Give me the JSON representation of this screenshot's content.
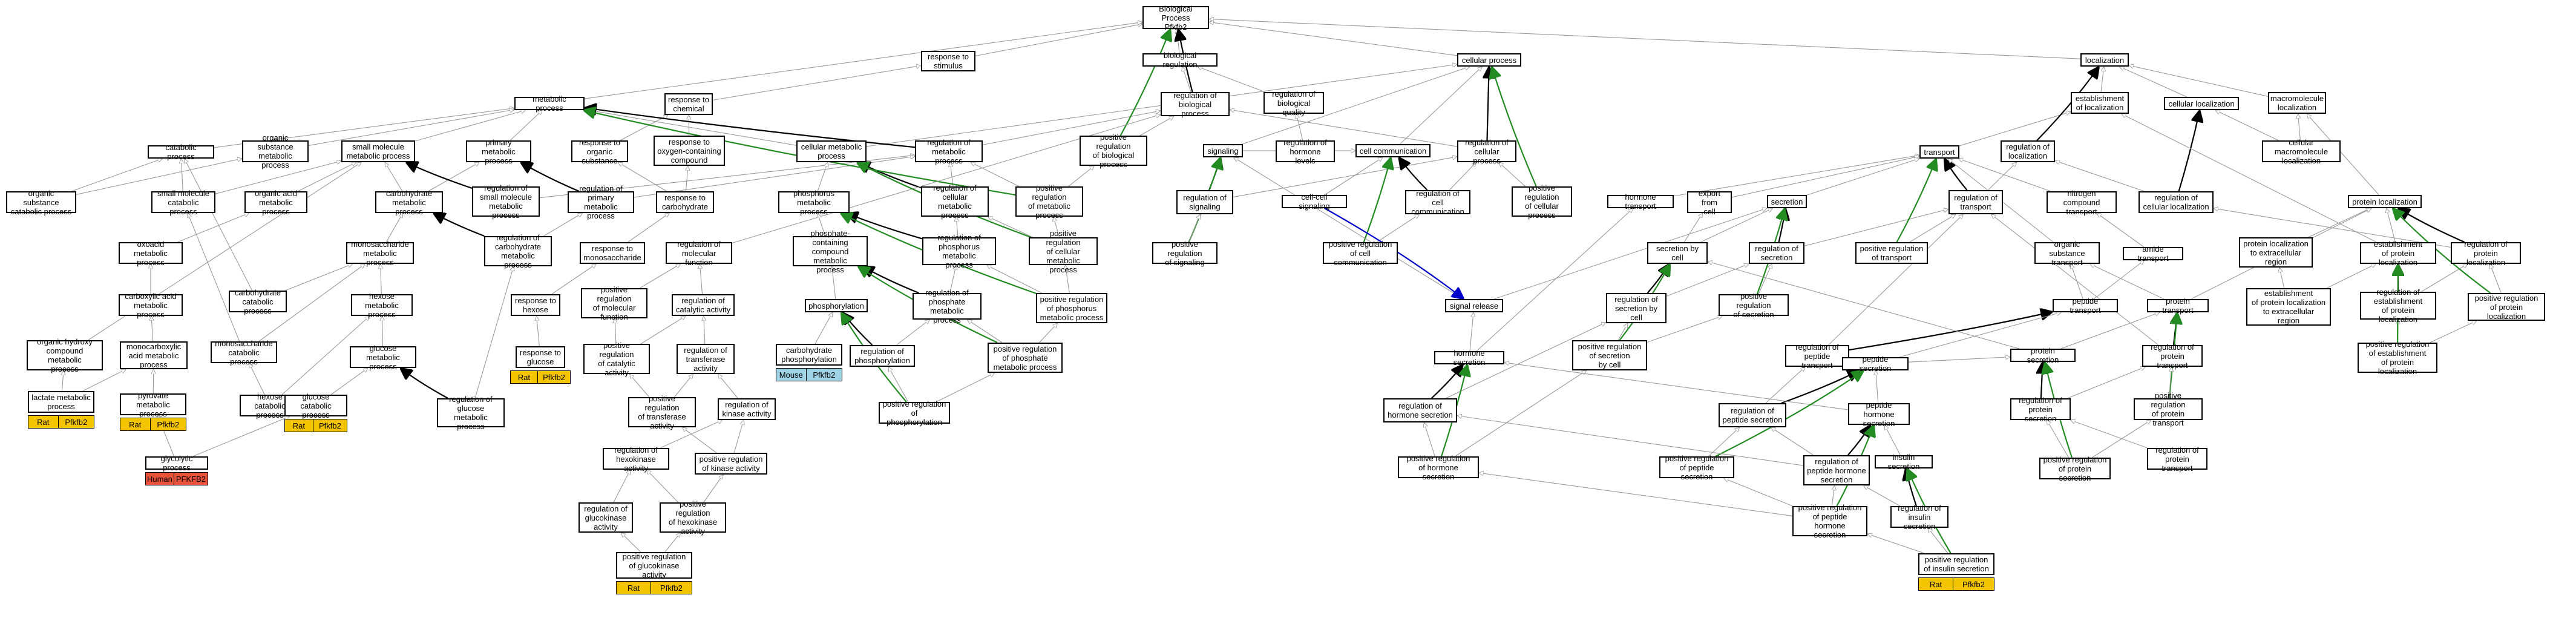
{
  "graph": {
    "root": "Biological Process\nPfkfb2",
    "nodes": {
      "bp": "Biological Process\nPfkfb2",
      "rts": "response to\nstimulus",
      "breg": "biological regulation",
      "cp": "cellular process",
      "loc": "localization",
      "mp": "metabolic process",
      "rtc": "response to\nchemical",
      "rbp": "regulation of\nbiological process",
      "rbq": "regulation of\nbiological quality",
      "eol": "establishment\nof localization",
      "cl": "cellular localization",
      "macl": "macromolecule\nlocalization",
      "catp": "catabolic process",
      "osmp": "organic substance\nmetabolic process",
      "smmp": "small molecule\nmetabolic process",
      "pmp": "primary metabolic\nprocess",
      "rtos": "response to\norganic substance",
      "rtoc": "response to\noxygen-containing\ncompound",
      "cmp": "cellular metabolic\nprocess",
      "rmp": "regulation of\nmetabolic process",
      "prbp": "positive regulation\nof biological\nprocess",
      "sig": "signaling",
      "rhl": "regulation of\nhormone levels",
      "cc": "cell communication",
      "rcp": "regulation of\ncellular process",
      "tr": "transport",
      "rloc": "regulation of\nlocalization",
      "cml": "cellular macromolecule\nlocalization",
      "oscp": "organic substance\ncatabolic process",
      "smcp": "small molecule\ncatabolic process",
      "oamp": "organic acid\nmetabolic process",
      "chmp": "carbohydrate\nmetabolic process",
      "rsmmp": "regulation of\nsmall molecule\nmetabolic process",
      "rpmp": "regulation of\nprimary metabolic\nprocess",
      "rtcarb": "response to\ncarbohydrate",
      "phmp": "phosphorus metabolic\nprocess",
      "rcmp": "regulation of\ncellular metabolic\nprocess",
      "prmp": "positive regulation\nof metabolic\nprocess",
      "rsig": "regulation of\nsignaling",
      "ccs": "cell-cell signaling",
      "rcc": "regulation of\ncell communication",
      "prcp": "positive regulation\nof cellular\nprocess",
      "ht": "hormone transport",
      "efc": "export from\ncell",
      "sec": "secretion",
      "rtr": "regulation of\ntransport",
      "nct": "nitrogen compound\ntransport",
      "rcl": "regulation of\ncellular localization",
      "pl": "protein localization",
      "oxmp": "oxoacid metabolic\nprocess",
      "msmp": "monosaccharide\nmetabolic process",
      "rchmp": "regulation of\ncarbohydrate\nmetabolic process",
      "rtm": "response to\nmonosaccharide",
      "rmf": "regulation of\nmolecular function",
      "pcmp": "phosphate-containing\ncompound metabolic\nprocess",
      "rphmp": "regulation of\nphosphorus metabolic\nprocess",
      "prcmp": "positive regulation\nof cellular\nmetabolic process",
      "prsig": "positive regulation\nof signaling",
      "prcc": "positive regulation\nof cell communication",
      "sbc": "secretion by\ncell",
      "rsec": "regulation of\nsecretion",
      "prtr": "positive regulation\nof transport",
      "ost": "organic substance\ntransport",
      "at": "amide transport",
      "pltecr": "protein localization\nto extracellular\nregion",
      "epl": "establishment\nof protein localization",
      "rpl": "regulation of\nprotein localization",
      "cam": "carboxylic acid\nmetabolic process",
      "chcp": "carbohydrate\ncatabolic process",
      "hmp": "hexose metabolic\nprocess",
      "rth": "response to\nhexose",
      "prmf": "positive regulation\nof molecular\nfunction",
      "rca": "regulation of\ncatalytic activity",
      "phos": "phosphorylation",
      "rpcmp": "regulation of\nphosphate metabolic\nprocess",
      "prphmp": "positive regulation\nof phosphorus\nmetabolic process",
      "chp": "carbohydrate\nphosphorylation",
      "sr": "signal release",
      "rsbc": "regulation of\nsecretion by\ncell",
      "prsec": "positive regulation\nof secretion",
      "pept": "peptide transport",
      "pt": "protein transport",
      "epltecr": "establishment\nof protein localization\nto extracellular\nregion",
      "repl": "regulation of\nestablishment\nof protein localization",
      "prpl": "positive regulation\nof protein localization",
      "ohcmp": "organic hydroxy\ncompound metabolic\nprocess",
      "mcam": "monocarboxylic\nacid metabolic\nprocess",
      "mscp": "monosaccharide\ncatabolic process",
      "glcmp": "glucose metabolic\nprocess",
      "rtg": "response to\nglucose",
      "prca": "positive regulation\nof catalytic\nactivity",
      "rta": "regulation of\ntransferase\nactivity",
      "rphos": "regulation of\nphosphorylation",
      "prpcmp": "positive regulation\nof phosphate\nmetabolic process",
      "hs": "hormone secretion",
      "prsbc": "positive regulation\nof secretion\nby cell",
      "rpt": "regulation of\npeptide transport",
      "ps": "protein secretion",
      "rprt": "regulation of\nprotein transport",
      "preplp": "positive regulation\nof establishment\nof protein localization",
      "lmp": "lactate metabolic\nprocess",
      "pmpy": "pyruvate metabolic\nprocess",
      "hcp": "hexose catabolic\nprocess",
      "gcp": "glucose catabolic\nprocess",
      "rgmp": "regulation of\nglucose metabolic\nprocess",
      "prta": "positive regulation\nof transferase\nactivity",
      "rka": "regulation of\nkinase activity",
      "prphos": "positive regulation\nof phosphorylation",
      "rhs": "regulation of\nhormone secretion",
      "peps": "peptide secretion",
      "rps": "regulation of\nprotein secretion",
      "pprt": "positive regulation\nof protein transport",
      "gp": "glycolytic process",
      "rha": "regulation of\nhexokinase activity",
      "prka": "positive regulation\nof kinase activity",
      "prhs": "positive regulation\nof hormone secretion",
      "rpeps": "regulation of\npeptide secretion",
      "phs": "peptide hormone\nsecretion",
      "is": "insulin secretion",
      "rpt2": "regulation of\nprotein transport",
      "rga": "regulation of\nglucokinase\nactivity",
      "prha": "positive regulation\nof hexokinase\nactivity",
      "prps": "positive regulation\nof peptide secretion",
      "rphs": "regulation of\npeptide hormone\nsecretion",
      "pprs": "positive regulation\nof protein secretion",
      "prga": "positive regulation\nof glucokinase\nactivity",
      "prphs": "positive regulation\nof peptide hormone\nsecretion",
      "ris": "regulation of\ninsulin secretion",
      "pris": "positive regulation\nof insulin secretion"
    },
    "annotations": [
      {
        "node": "lmp",
        "species": "Rat",
        "gene": "Pfkfb2",
        "color": "#f5c400"
      },
      {
        "node": "pmpy",
        "species": "Rat",
        "gene": "Pfkfb2",
        "color": "#f5c400"
      },
      {
        "node": "gp",
        "species": "Human",
        "gene": "PFKFB2",
        "color": "#e8533a"
      },
      {
        "node": "gcp",
        "species": "Rat",
        "gene": "Pfkfb2",
        "color": "#f5c400"
      },
      {
        "node": "rtg",
        "species": "Rat",
        "gene": "Pfkfb2",
        "color": "#f5c400"
      },
      {
        "node": "chp",
        "species": "Mouse",
        "gene": "Pfkfb2",
        "color": "#9fd3e6"
      },
      {
        "node": "prga",
        "species": "Rat",
        "gene": "Pfkfb2",
        "color": "#f5c400"
      },
      {
        "node": "pris",
        "species": "Rat",
        "gene": "Pfkfb2",
        "color": "#f5c400"
      }
    ],
    "edge_colors": {
      "is_a": "#999999",
      "regulates": "#000000",
      "positively_regulates": "#228b22",
      "part_of": "#0000cc"
    }
  }
}
